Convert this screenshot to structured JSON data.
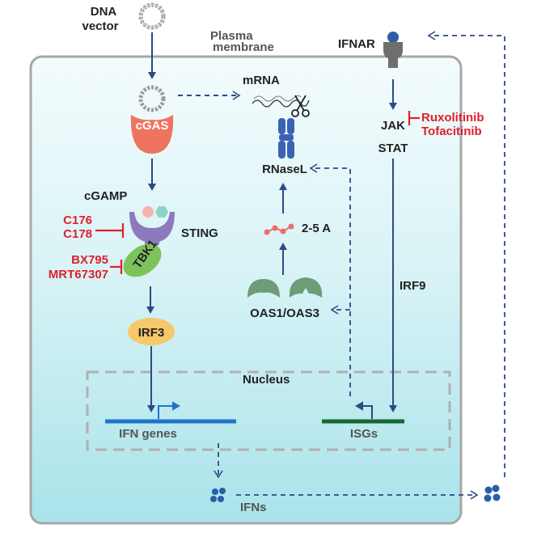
{
  "labels": {
    "dna_vector": [
      "DNA",
      "vector"
    ],
    "plasma_membrane": [
      "Plasma",
      "membrane"
    ],
    "ifnar": "IFNAR",
    "mrna": "mRNA",
    "cgas": "cGAS",
    "rnasel": "RNaseL",
    "jak": "JAK",
    "stat": "STAT",
    "cgamp": "cGAMP",
    "sting": "STING",
    "tbk1": "TBK1",
    "two_five_a": "2-5 A",
    "irf9": "IRF9",
    "oas": "OAS1/OAS3",
    "irf3": "IRF3",
    "nucleus": "Nucleus",
    "ifn_genes": "IFN genes",
    "isgs": "ISGs",
    "ifns": "IFNs"
  },
  "inhibitors": {
    "sting": [
      "C176",
      "C178"
    ],
    "tbk1": [
      "BX795",
      "MRT67307"
    ],
    "jak": [
      "Ruxolitinib",
      "Tofacitinib"
    ]
  },
  "colors": {
    "cell_fill_top": "#f4fcfd",
    "cell_fill_bottom": "#a9e3ea",
    "cell_border": "#a7a7a7",
    "arrow": "#2b4a86",
    "inhibitor": "#e0202a",
    "cgas": "#ee7461",
    "sting": "#8b7bbd",
    "tbk1": "#7cc35a",
    "irf3": "#f5c869",
    "rnasel": "#3b63b2",
    "oas": "#6c9d77",
    "ifn_gene": "#1f74c8",
    "isg_gene": "#17682e",
    "ifn_particle": "#2a5fa6",
    "two_five_a": "#ef6a6a"
  }
}
